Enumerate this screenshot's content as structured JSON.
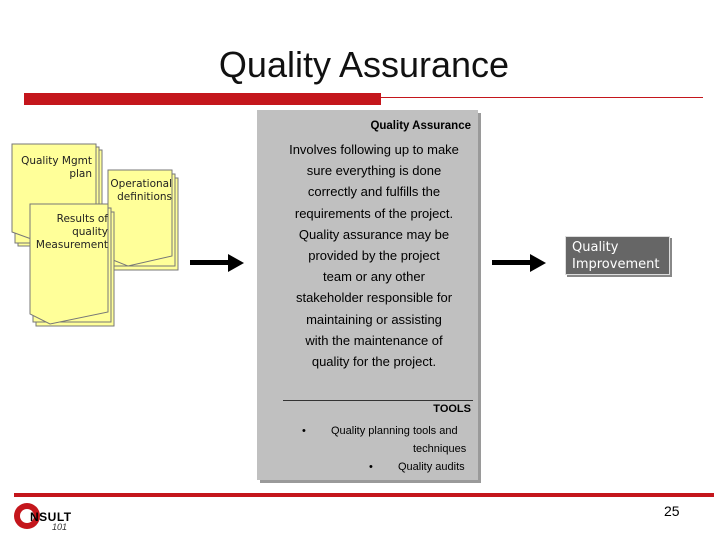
{
  "title": "Quality Assurance",
  "inputs": {
    "doc1": [
      "Quality Mgmt",
      "plan"
    ],
    "doc2": [
      "Operational",
      "definitions"
    ],
    "doc3": [
      "Results of",
      "quality",
      "Measurement"
    ]
  },
  "process": {
    "title": "Quality Assurance",
    "lines": [
      "Involves following up to make",
      "sure everything is done",
      "correctly and fulfills the",
      "requirements of the project.",
      "Quality assurance may be",
      "provided by the project",
      "team or any other",
      "stakeholder responsible for",
      "maintaining or assisting",
      "with the maintenance of",
      "quality for the project."
    ],
    "tools_title": "TOOLS",
    "tools": [
      "Quality planning tools and",
      "techniques",
      "Quality audits"
    ],
    "bullet": "•"
  },
  "output": {
    "line1": "Quality",
    "line2": "Improvement"
  },
  "footer": {
    "page_number": "25",
    "logo_text": "NSULT",
    "logo_sub": "101"
  },
  "colors": {
    "accent": "#c4161c",
    "doc_fill": "#ffff99",
    "process_fill": "#c0c0c0",
    "output_fill": "#666666"
  }
}
